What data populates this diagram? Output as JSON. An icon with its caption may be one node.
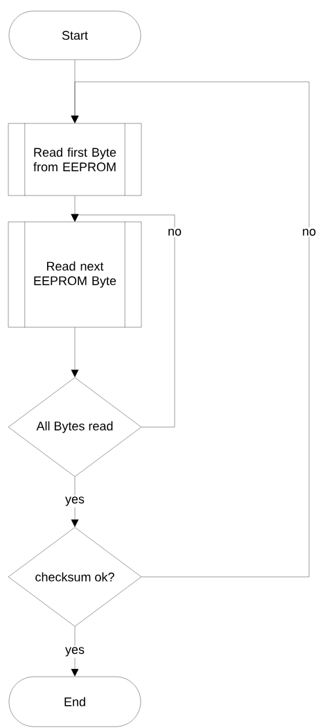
{
  "diagram": {
    "nodes": [
      {
        "text": [
          "Start"
        ]
      },
      {
        "text": [
          "Read first Byte from EEPROM"
        ]
      },
      {
        "text": [
          "Read next EEPROM Byte"
        ]
      },
      {
        "text": [
          "All Bytes read"
        ]
      },
      {
        "text": [
          "checksum ok?"
        ]
      },
      {
        "text": [
          "End"
        ]
      }
    ],
    "edges": [
      {
        "from": 0,
        "to": 1,
        "arrow": "to"
      },
      {
        "from": 1,
        "to": 2,
        "arrow": "to"
      },
      {
        "from": 2,
        "to": 3,
        "arrow": "to"
      },
      {
        "from": 3,
        "to": 4,
        "arrow": "to",
        "label": "yes"
      },
      {
        "from": 3,
        "to": 2,
        "arrow": "to",
        "label": "no"
      },
      {
        "from": 4,
        "to": 5,
        "arrow": "to",
        "label": "yes"
      },
      {
        "from": 4,
        "to": 1,
        "arrow": "to",
        "label": "no"
      }
    ]
  }
}
